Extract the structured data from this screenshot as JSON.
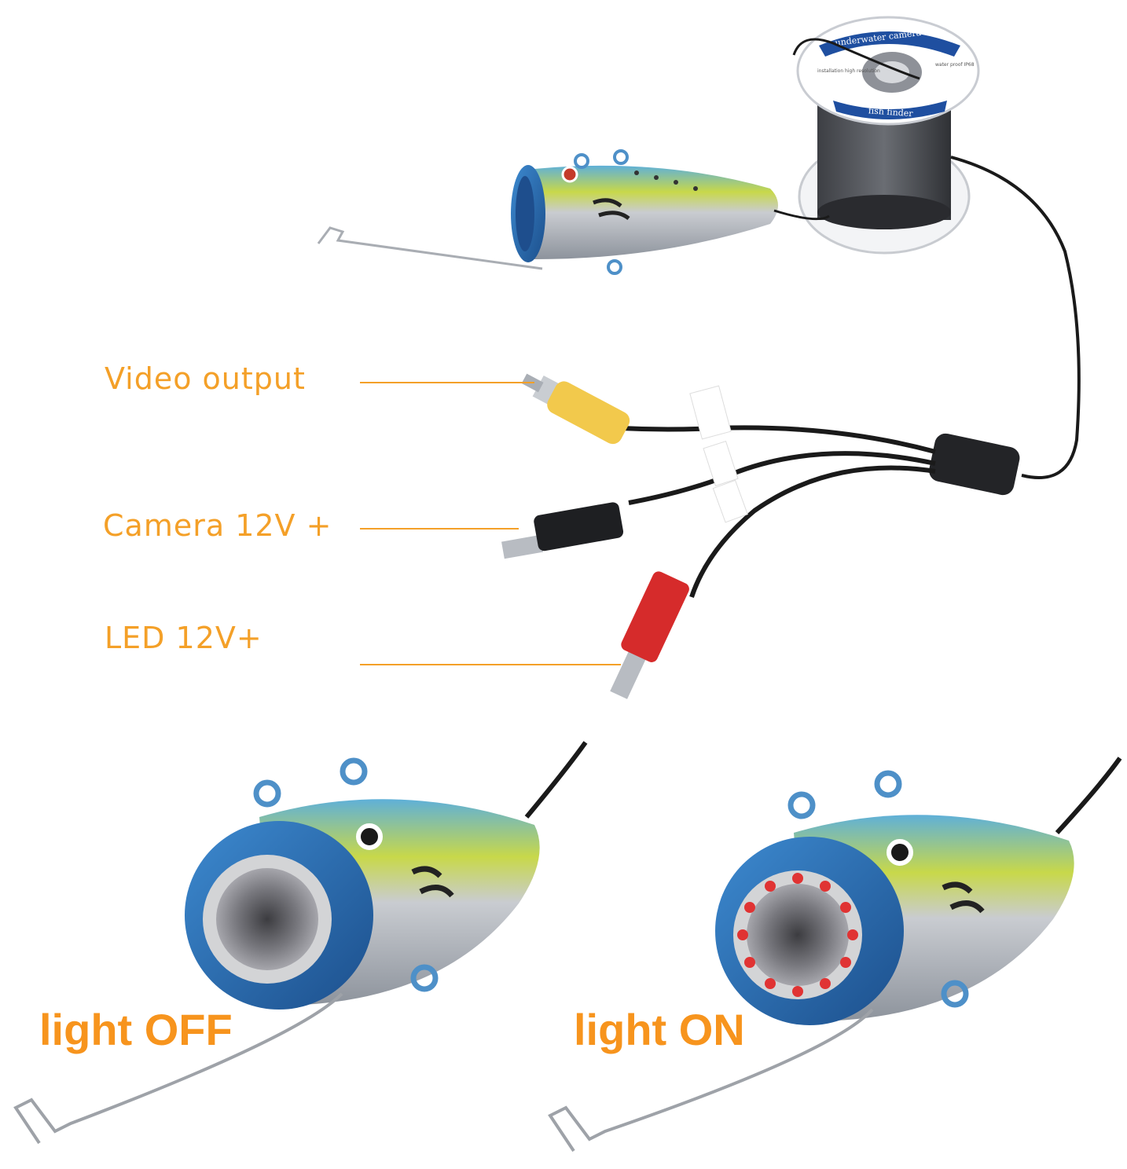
{
  "spool": {
    "top_label": "underwater camera",
    "bottom_label": "fish finder",
    "small_left": "installation\nhigh resolution",
    "small_right": "water proof\nIP68"
  },
  "callouts": {
    "video_output": "Video output",
    "camera_power": "Camera 12V +",
    "led_power": "LED 12V+"
  },
  "states": {
    "off_label": "light OFF",
    "on_label": "light ON"
  },
  "colors": {
    "callout_text": "#f4a028",
    "big_text": "#f7941d",
    "ring_blue": "#2a6fb5",
    "rca_yellow": "#f2c94c",
    "led_red": "#e03333",
    "dc_red": "#d62b2b"
  }
}
